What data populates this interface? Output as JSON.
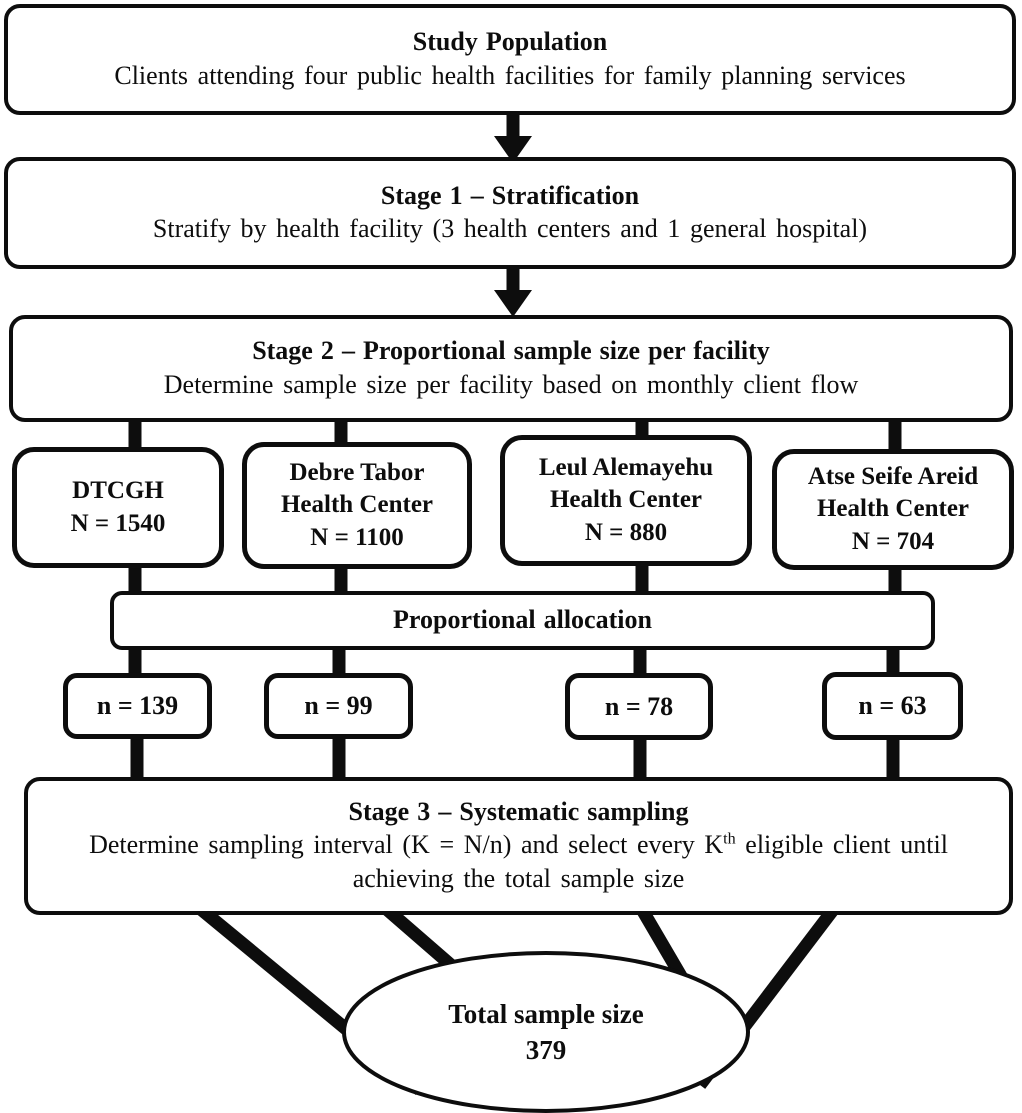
{
  "diagram": {
    "study_population": {
      "title": "Study Population",
      "description": "Clients attending four public health facilities for family planning services"
    },
    "stage1": {
      "title": "Stage 1 – Stratification",
      "description": "Stratify by health facility (3 health centers and 1 general hospital)"
    },
    "stage2": {
      "title": "Stage 2 – Proportional sample size per facility",
      "description": "Determine sample size per facility based on monthly client flow"
    },
    "facilities": [
      {
        "line1": "DTCGH",
        "line2": "",
        "n": "N = 1540"
      },
      {
        "line1": "Debre Tabor",
        "line2": "Health Center",
        "n": "N = 1100"
      },
      {
        "line1": "Leul Alemayehu",
        "line2": "Health Center",
        "n": "N = 880"
      },
      {
        "line1": "Atse Seife Areid",
        "line2": "Health Center",
        "n": "N = 704"
      }
    ],
    "allocation": {
      "title": "Proportional allocation"
    },
    "samples": [
      {
        "label": "n = 139"
      },
      {
        "label": "n = 99"
      },
      {
        "label": "n = 78"
      },
      {
        "label": "n = 63"
      }
    ],
    "stage3": {
      "title": "Stage 3 – Systematic sampling",
      "line1_pre": "Determine sampling interval (K = N/n) and select every K",
      "line1_sup": "th",
      "line1_post": " eligible client until",
      "line2": "achieving the total sample size"
    },
    "total": {
      "title": "Total sample size",
      "value": "379"
    }
  },
  "colors": {
    "ink": "#0d0d0d",
    "background": "#ffffff"
  }
}
